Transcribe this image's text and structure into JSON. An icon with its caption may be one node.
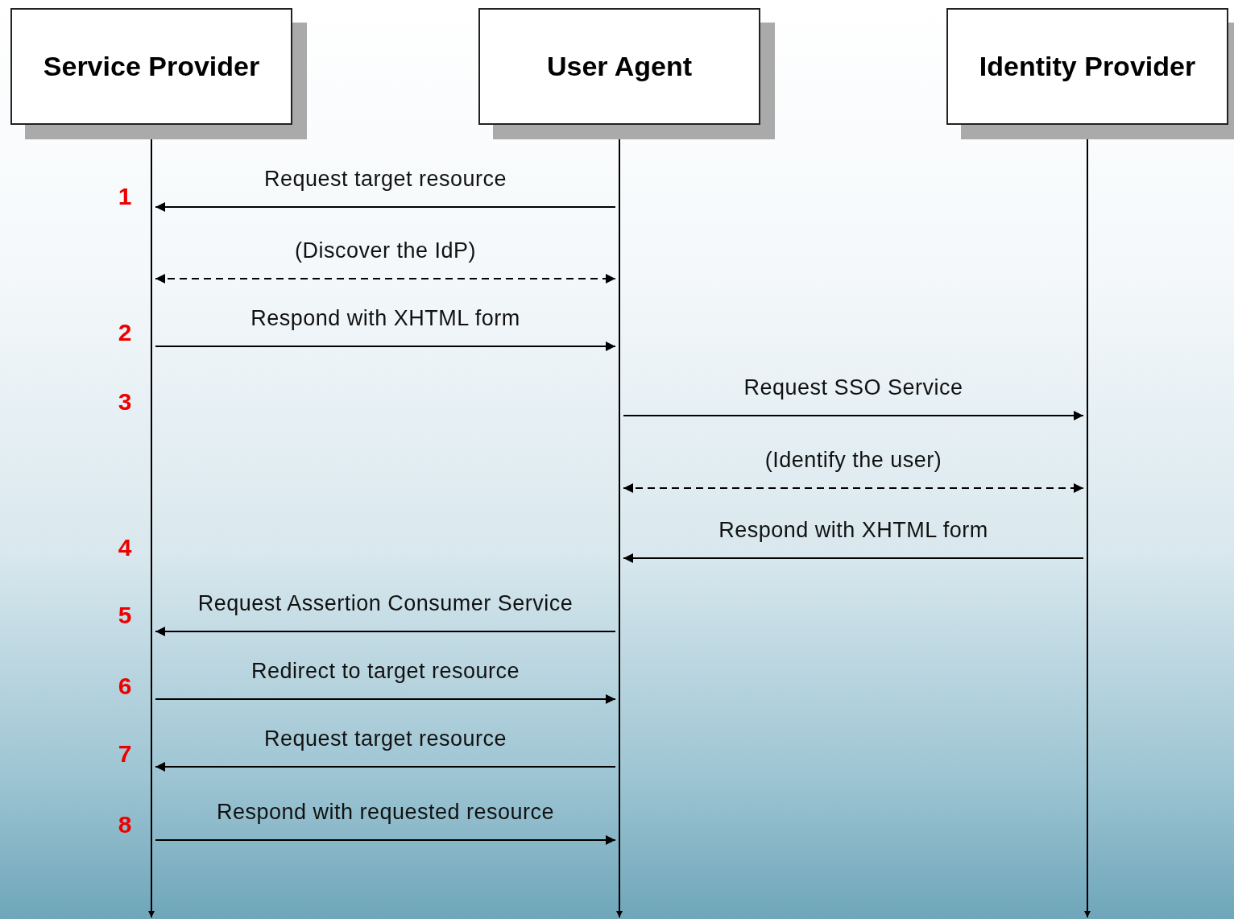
{
  "diagram": {
    "nodes": [
      {
        "text": [
          "Service Provider"
        ]
      },
      {
        "text": [
          "User Agent"
        ]
      },
      {
        "text": [
          "Identity Provider"
        ]
      },
      {
        "text": [],
        "shape": "line"
      },
      {
        "text": [],
        "shape": "line"
      },
      {
        "text": [],
        "shape": "line"
      }
    ],
    "edges": [
      {
        "from": 4,
        "to": 3,
        "arrow": "to",
        "label": "Request target resource"
      },
      {
        "from": 3,
        "to": 4,
        "arrow": "both",
        "style": "dashed",
        "label": "(Discover the IdP)"
      },
      {
        "from": 3,
        "to": 4,
        "arrow": "to",
        "label": "Respond with XHTML form"
      },
      {
        "from": 4,
        "to": 5,
        "arrow": "to",
        "label": "Request SSO Service"
      },
      {
        "from": 4,
        "to": 5,
        "arrow": "both",
        "style": "dashed",
        "label": "(Identify the user)"
      },
      {
        "from": 5,
        "to": 4,
        "arrow": "to",
        "label": "Respond with XHTML form"
      },
      {
        "from": 4,
        "to": 3,
        "arrow": "to",
        "label": "Request Assertion Consumer Service"
      },
      {
        "from": 3,
        "to": 4,
        "arrow": "to",
        "label": "Redirect to target resource"
      },
      {
        "from": 4,
        "to": 3,
        "arrow": "to",
        "label": "Request target resource"
      },
      {
        "from": 3,
        "to": 4,
        "arrow": "to",
        "label": "Respond with requested resource"
      }
    ],
    "labels": [
      "1",
      "2",
      "3",
      "4",
      "5",
      "6",
      "7",
      "8"
    ]
  }
}
